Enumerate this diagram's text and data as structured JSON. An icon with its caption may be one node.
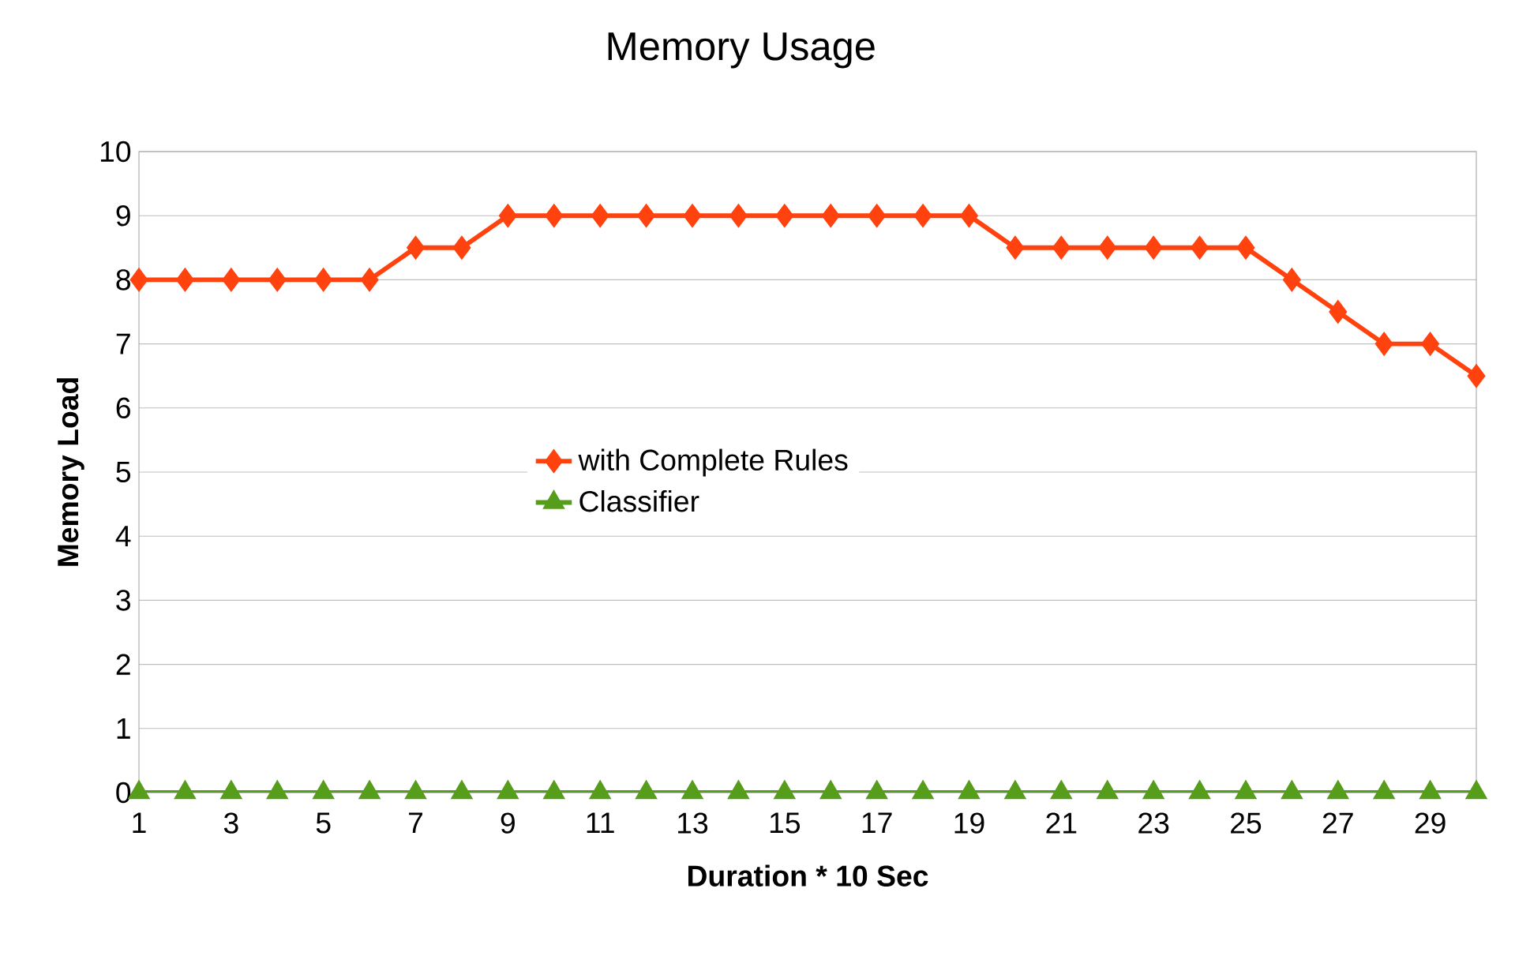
{
  "diagram": {
    "chart_data": {
      "type": "line",
      "title": "Memory Usage",
      "xlabel": "Duration * 10 Sec",
      "ylabel": "Memory Load",
      "x": [
        1,
        2,
        3,
        4,
        5,
        6,
        7,
        8,
        9,
        10,
        11,
        12,
        13,
        14,
        15,
        16,
        17,
        18,
        19,
        20,
        21,
        22,
        23,
        24,
        25,
        26,
        27,
        28,
        29,
        30
      ],
      "series": [
        {
          "name": "with Complete Rules",
          "color": "#ff420e",
          "marker": "diamond",
          "values": [
            8,
            8,
            8,
            8,
            8,
            8,
            8.5,
            8.5,
            9,
            9,
            9,
            9,
            9,
            9,
            9,
            9,
            9,
            9,
            9,
            8.5,
            8.5,
            8.5,
            8.5,
            8.5,
            8.5,
            8,
            7.5,
            7,
            7,
            6.5
          ]
        },
        {
          "name": "Classifier",
          "color": "#579d1c",
          "marker": "triangle",
          "values": [
            0,
            0,
            0,
            0,
            0,
            0,
            0,
            0,
            0,
            0,
            0,
            0,
            0,
            0,
            0,
            0,
            0,
            0,
            0,
            0,
            0,
            0,
            0,
            0,
            0,
            0,
            0,
            0,
            0,
            0
          ]
        }
      ],
      "grid": "y",
      "legend": true,
      "xlim": [
        1,
        30
      ],
      "ylim": [
        0,
        10
      ],
      "xticks": [
        1,
        3,
        5,
        7,
        9,
        11,
        13,
        15,
        17,
        19,
        21,
        23,
        25,
        27,
        29
      ],
      "yticks": [
        0,
        1,
        2,
        3,
        4,
        5,
        6,
        7,
        8,
        9,
        10
      ]
    }
  }
}
